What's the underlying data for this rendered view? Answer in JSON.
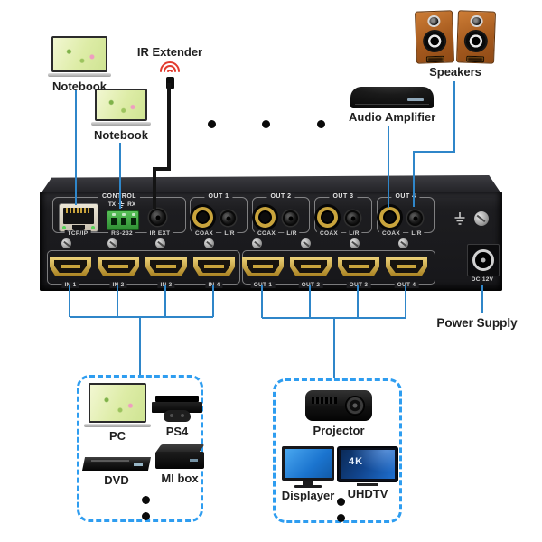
{
  "colors": {
    "line_blue": "#2f86c9",
    "dashed_blue": "#2e9df0",
    "cable_black": "#141414",
    "device_face": "#1d1d20",
    "gold": "#c9a43c",
    "rs232_green": "#2f8f34",
    "ir_red": "#e23b2e",
    "speaker_wood": "#a55a1e",
    "label_dark": "#1f1f1f",
    "panel_text": "#d0d0d0"
  },
  "top_row": {
    "notebook1": {
      "label": "Notebook"
    },
    "notebook2": {
      "label": "Notebook"
    },
    "ir_extender": {
      "label": "IR Extender"
    },
    "audio_amplifier": {
      "label": "Audio Amplifier"
    },
    "speakers": {
      "label": "Speakers"
    }
  },
  "device": {
    "control": {
      "title": "CONTROL",
      "tcpip_label": "TCP/IP",
      "rs232_label": "RS-232",
      "rs232_tx": "TX",
      "rs232_rx": "RX",
      "irext_label": "IR EXT"
    },
    "audio_outs": [
      {
        "title": "OUT 1",
        "coax_label": "COAX",
        "lr_label": "L/R"
      },
      {
        "title": "OUT 2",
        "coax_label": "COAX",
        "lr_label": "L/R"
      },
      {
        "title": "OUT 3",
        "coax_label": "COAX",
        "lr_label": "L/R"
      },
      {
        "title": "OUT 4",
        "coax_label": "COAX",
        "lr_label": "L/R"
      }
    ],
    "hdmi_in_labels": [
      "IN 1",
      "IN 2",
      "IN 3",
      "IN 4"
    ],
    "hdmi_out_labels": [
      "OUT 1",
      "OUT 2",
      "OUT 3",
      "OUT 4"
    ],
    "dc_label": "DC 12V"
  },
  "power_supply": {
    "label": "Power Supply"
  },
  "source_box": {
    "items": [
      {
        "label": "PC"
      },
      {
        "label": "PS4"
      },
      {
        "label": "DVD"
      },
      {
        "label": "MI box"
      }
    ]
  },
  "sink_box": {
    "items": [
      {
        "label": "Projector"
      },
      {
        "label": "Displayer"
      },
      {
        "label": "UHDTV"
      }
    ],
    "uhdtv_screen": "4K"
  }
}
